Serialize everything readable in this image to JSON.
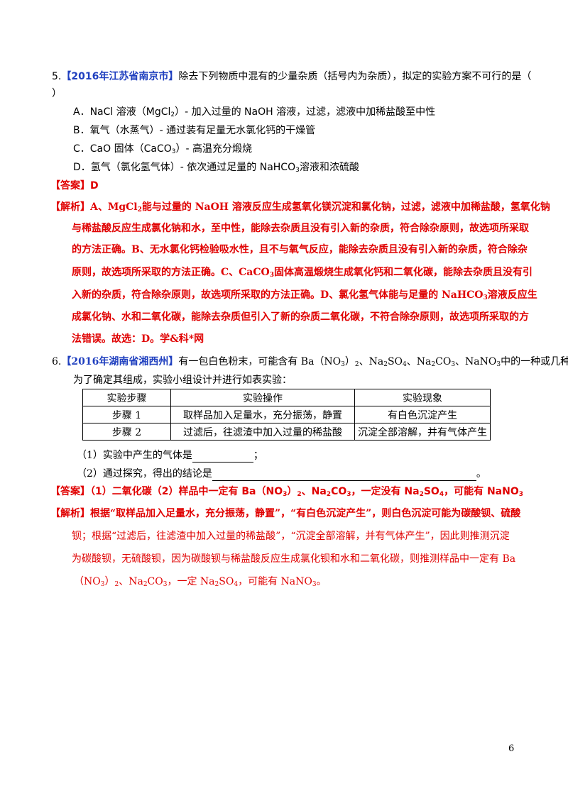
{
  "q5": {
    "number": "5.",
    "source": "【2016年江苏省南京市】",
    "stem": "除去下列物质中混有的少量杂质（括号内为杂质），拟定的实验方案不可行的是（",
    "stem_end": "）",
    "options": {
      "a": {
        "pre": "A．NaCl 溶液（MgCl",
        "sub": "2",
        "post": "）- 加入过量的 NaOH 溶液，过滤，滤液中加稀盐酸至中性"
      },
      "b": {
        "text": "B．氧气（水蒸气）- 通过装有足量无水氯化钙的干燥管"
      },
      "c": {
        "pre": "C．CaO 固体（CaCO",
        "sub": "3",
        "post": "）- 高温充分煅烧"
      },
      "d": {
        "pre": "D．氢气（氯化氢气体）- 依次通过足量的 NaHCO",
        "sub": "3",
        "post": "溶液和浓硫酸"
      }
    },
    "answer": "【答案】D",
    "analysis": {
      "l1a": "【解析】A、MgCl",
      "l1b": "能与过量的 NaOH 溶液反应生成氢氧化镁沉淀和氯化钠，过滤，滤液中加稀盐酸，氢氧化钠",
      "l2": "与稀盐酸反应生成氯化钠和水，至中性，能除去杂质且没有引入新的杂质，符合除杂原则，故选项所采取",
      "l3": "的方法正确。B、无水氯化钙检验吸水性，且不与氧气反应，能除去杂质且没有引入新的杂质，符合除杂",
      "l4a": "原则，故选项所采取的方法正确。C、CaCO",
      "l4b": "固体高温煅烧生成氧化钙和二氧化碳，能除去杂质且没有引",
      "l5a": "入新的杂质，符合除杂原则，故选项所采取的方法正确。D、氯化氢气体能与足量的 NaHCO",
      "l5b": "溶液反应生",
      "l6": "成氯化钠、水和二氧化碳，能除去杂质但引入了新的杂质二氧化碳，不符合除杂原则，故选项所采取的方",
      "l7": "法错误。故选：D。学&科*网"
    }
  },
  "q6": {
    "number": "6.",
    "source": "【2016年湖南省湘西州】",
    "stem_l1a": "有一包白色粉末，可能含有 Ba（NO",
    "stem_l1b": "）",
    "stem_l1c": "、Na",
    "stem_l1d": "SO",
    "stem_l1e": "、Na",
    "stem_l1f": "CO",
    "stem_l1g": "、NaNO",
    "stem_l1h": "中的一种或几种，",
    "stem_l2": "为了确定其组成，实验小组设计并进行如表实验：",
    "table": {
      "headers": [
        "实验步骤",
        "实验操作",
        "实验现象"
      ],
      "rows": [
        [
          "步骤 1",
          "取样品加入足量水，充分振荡，静置",
          "有白色沉淀产生"
        ],
        [
          "步骤 2",
          "过滤后，往滤渣中加入过量的稀盐酸",
          "沉淀全部溶解，并有气体产生"
        ]
      ]
    },
    "sub1_pre": "（1）实验中产生的气体是",
    "sub1_post": "；",
    "sub2_pre": "（2）通过探究，得出的结论是",
    "sub2_post": "。",
    "answer": {
      "a1": "【答案】（1）二氧化碳（2）样品中一定有 Ba（NO",
      "a2": "）",
      "a3": "、Na",
      "a4": "CO",
      "a5": "，一定没有 Na",
      "a6": "SO",
      "a7": "，可能有 NaNO"
    },
    "analysis": {
      "l1": "【解析】根据“取样品加入足量水，充分振荡，静置”，“有白色沉淀产生”，则白色沉淀可能为碳酸钡、硫酸",
      "l2": "钡；根据“过滤后，往滤渣中加入过量的稀盐酸”，“沉淀全部溶解，并有气体产生”，因此则推测沉淀",
      "l3": "为碳酸钡，无硫酸钡，因为碳酸钡与稀盐酸反应生成氯化钡和水和二氧化碳，则推测样品中一定有 Ba",
      "l4a": "（NO",
      "l4b": "）",
      "l4c": "、Na",
      "l4d": "CO",
      "l4e": "，一定 Na",
      "l4f": "SO",
      "l4g": "，可能有 NaNO",
      "l4h": "。"
    }
  },
  "subs": {
    "two": "2",
    "three": "3",
    "four": "4"
  },
  "page_number": "6"
}
